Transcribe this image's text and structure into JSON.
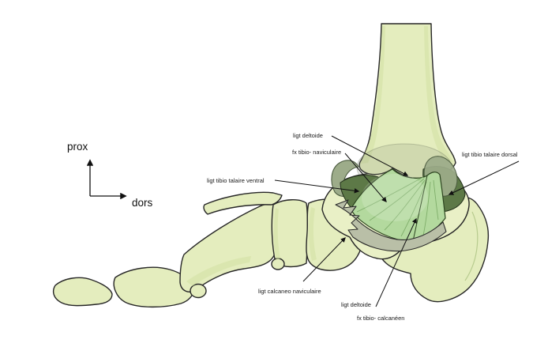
{
  "figure": {
    "type": "anatomical-diagram",
    "axis": {
      "vertical": "prox",
      "horizontal": "dors"
    },
    "labels": {
      "deltoid_top": "ligt deltoide",
      "tibio_navicular": "fx tibio- naviculaire",
      "tibio_talar_ventral": "ligt tibio talaire ventral",
      "tibio_talar_dorsal": "ligt tibio talaire dorsal",
      "calcaneo_navicular": "ligt calcaneo naviculaire",
      "deltoid_bottom": "ligt deltoide",
      "tibio_calcaneal": "fx tibio- calcanéen"
    },
    "colors": {
      "background": "#ffffff",
      "bone_fill": "#e4edbe",
      "bone_shade": "#d2e0a3",
      "talus_fill": "#e9f0c6",
      "dark_ligament": "#5d7947",
      "fan_ligament": "#b3d99e",
      "malleolus_facet": "#9dac8a",
      "band_gray": "#b9bfa7",
      "outline": "#272727",
      "text": "#1a1a1a"
    }
  }
}
